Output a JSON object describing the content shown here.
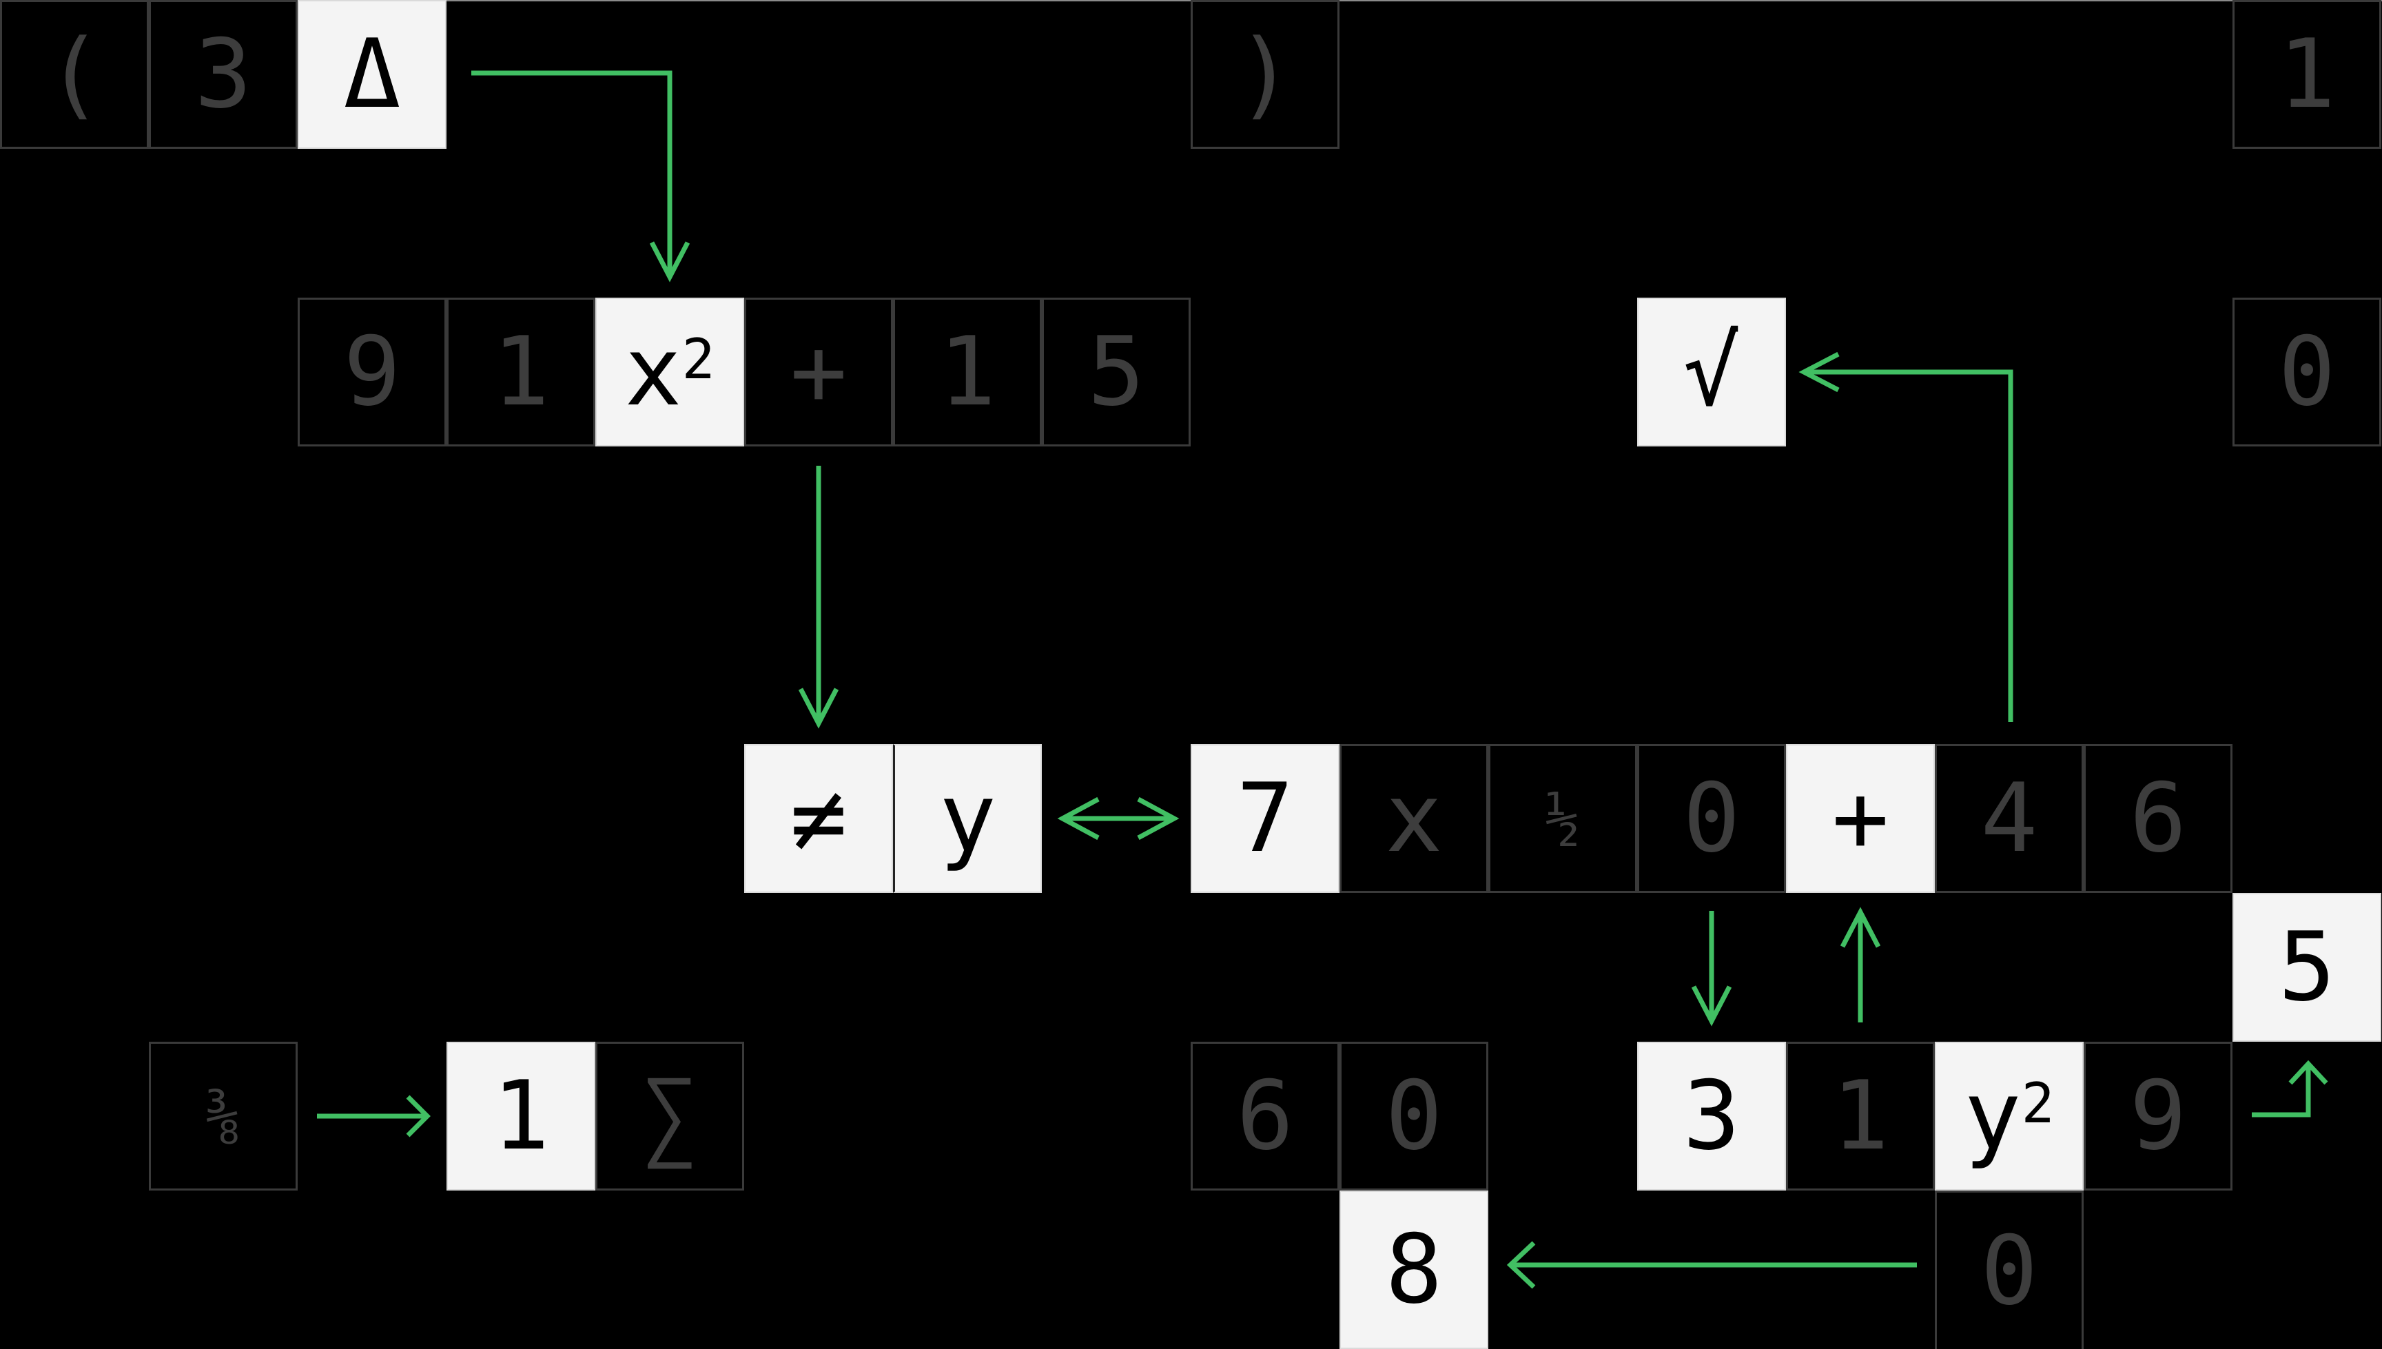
{
  "colors": {
    "background": "#000000",
    "tile_light": "#f4f4f4",
    "tile_dim_text": "#3d3d3d",
    "tile_border": "#3a3a3a",
    "arrow": "#41bf63"
  },
  "tiles": {
    "r0": {
      "open_paren": "(",
      "three": "3",
      "delta": "Δ",
      "close_paren": ")",
      "one": "1"
    },
    "r2": {
      "nine": "9",
      "one": "1",
      "x_base": "x",
      "x_exp": "2",
      "plus": "+",
      "one_b": "1",
      "five": "5",
      "sqrt": "√",
      "zero": "0"
    },
    "r5": {
      "neq": "≠",
      "y": "y",
      "seven": "7",
      "x": "x",
      "half": "½",
      "zero": "0",
      "plus": "+",
      "four": "4",
      "six": "6"
    },
    "r6": {
      "five": "5"
    },
    "r7": {
      "three_eighths": "⅜",
      "one": "1",
      "sigma": "∑",
      "six": "6",
      "zero": "0",
      "three": "3",
      "one_b": "1",
      "y_base": "y",
      "y_exp": "2",
      "nine": "9"
    },
    "r8": {
      "eight": "8",
      "zero": "0"
    }
  },
  "arrows": [
    {
      "from": "Δ",
      "to": "x²",
      "type": "elbow"
    },
    {
      "from": "+",
      "to": "≠",
      "type": "straight"
    },
    {
      "from": "y",
      "to": "7",
      "type": "double"
    },
    {
      "from": "4",
      "to": "√",
      "type": "elbow"
    },
    {
      "from": "0",
      "to": "3",
      "type": "straight"
    },
    {
      "from": "1",
      "to": "+",
      "type": "straight"
    },
    {
      "from": "9",
      "to": "5",
      "type": "elbow"
    },
    {
      "from": "⅜",
      "to": "1",
      "type": "straight"
    },
    {
      "from": "0",
      "to": "8",
      "type": "straight"
    }
  ]
}
